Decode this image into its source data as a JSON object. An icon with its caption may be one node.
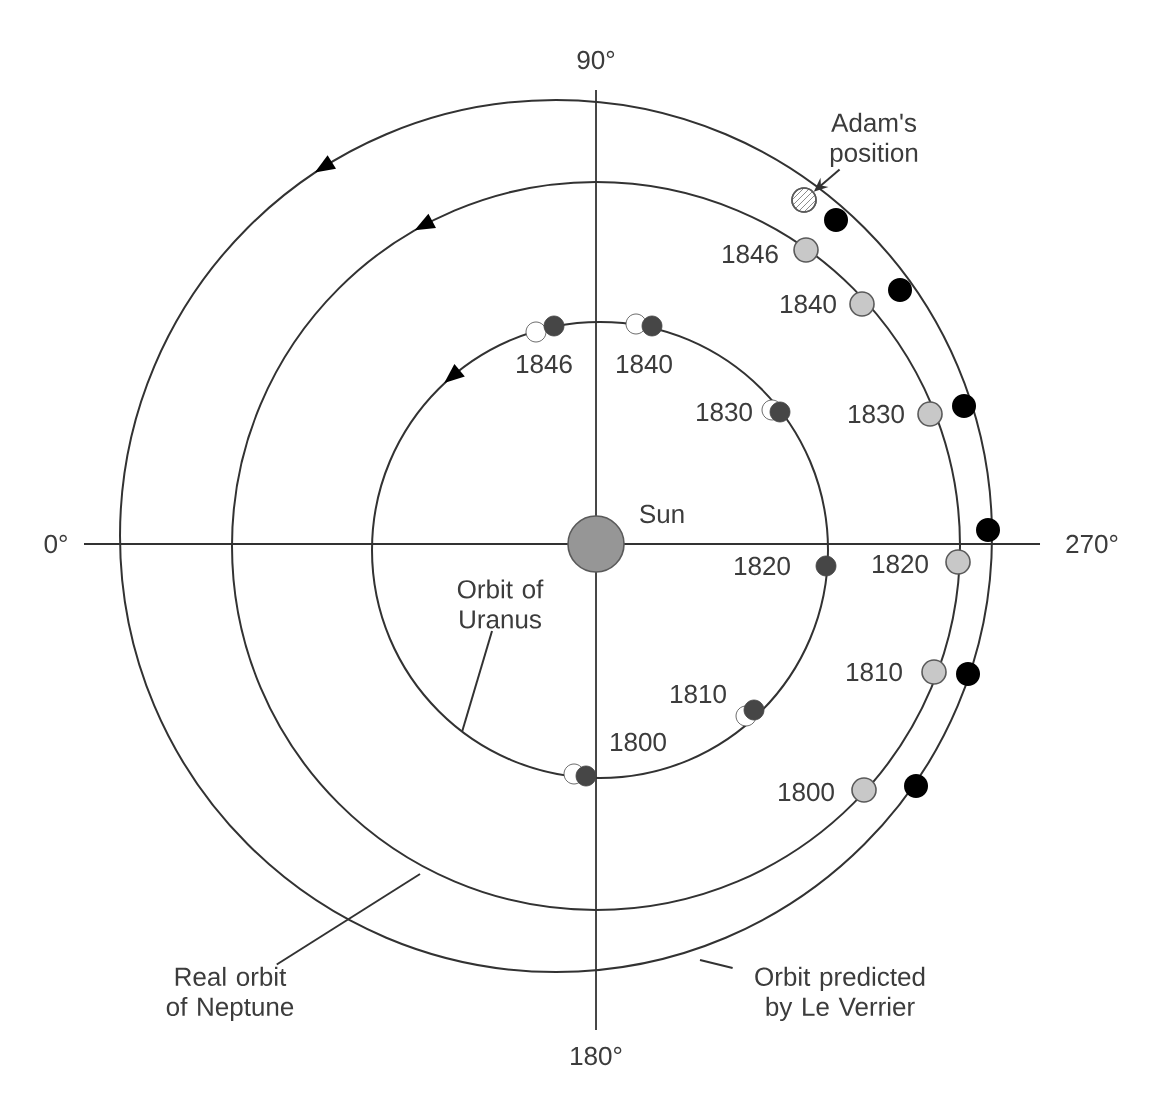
{
  "diagram": {
    "nodes": [
      {
        "text": [
          "Adam's position"
        ]
      },
      {
        "text": [],
        "shape": "circle"
      },
      {
        "text": [
          "Orbit of Uranus"
        ]
      },
      {
        "text": [
          "Real orbit of Neptune"
        ]
      },
      {
        "text": [
          "Orbit predicted by Le Verrier"
        ]
      }
    ],
    "edges": [
      {
        "from": 0,
        "to": 1,
        "arrow": "to"
      },
      {
        "from": 2,
        "to": null,
        "arrow": "none"
      },
      {
        "from": 3,
        "to": null,
        "arrow": "none"
      },
      {
        "from": 4,
        "to": null,
        "arrow": "none"
      }
    ],
    "labels": [
      "90°",
      "1846",
      "1840",
      "1846",
      "1840",
      "1830",
      "1830",
      "Sun",
      "0°",
      "1820",
      "1820",
      "270°",
      "1810",
      "1810",
      "1800",
      "1800",
      "180°"
    ]
  }
}
